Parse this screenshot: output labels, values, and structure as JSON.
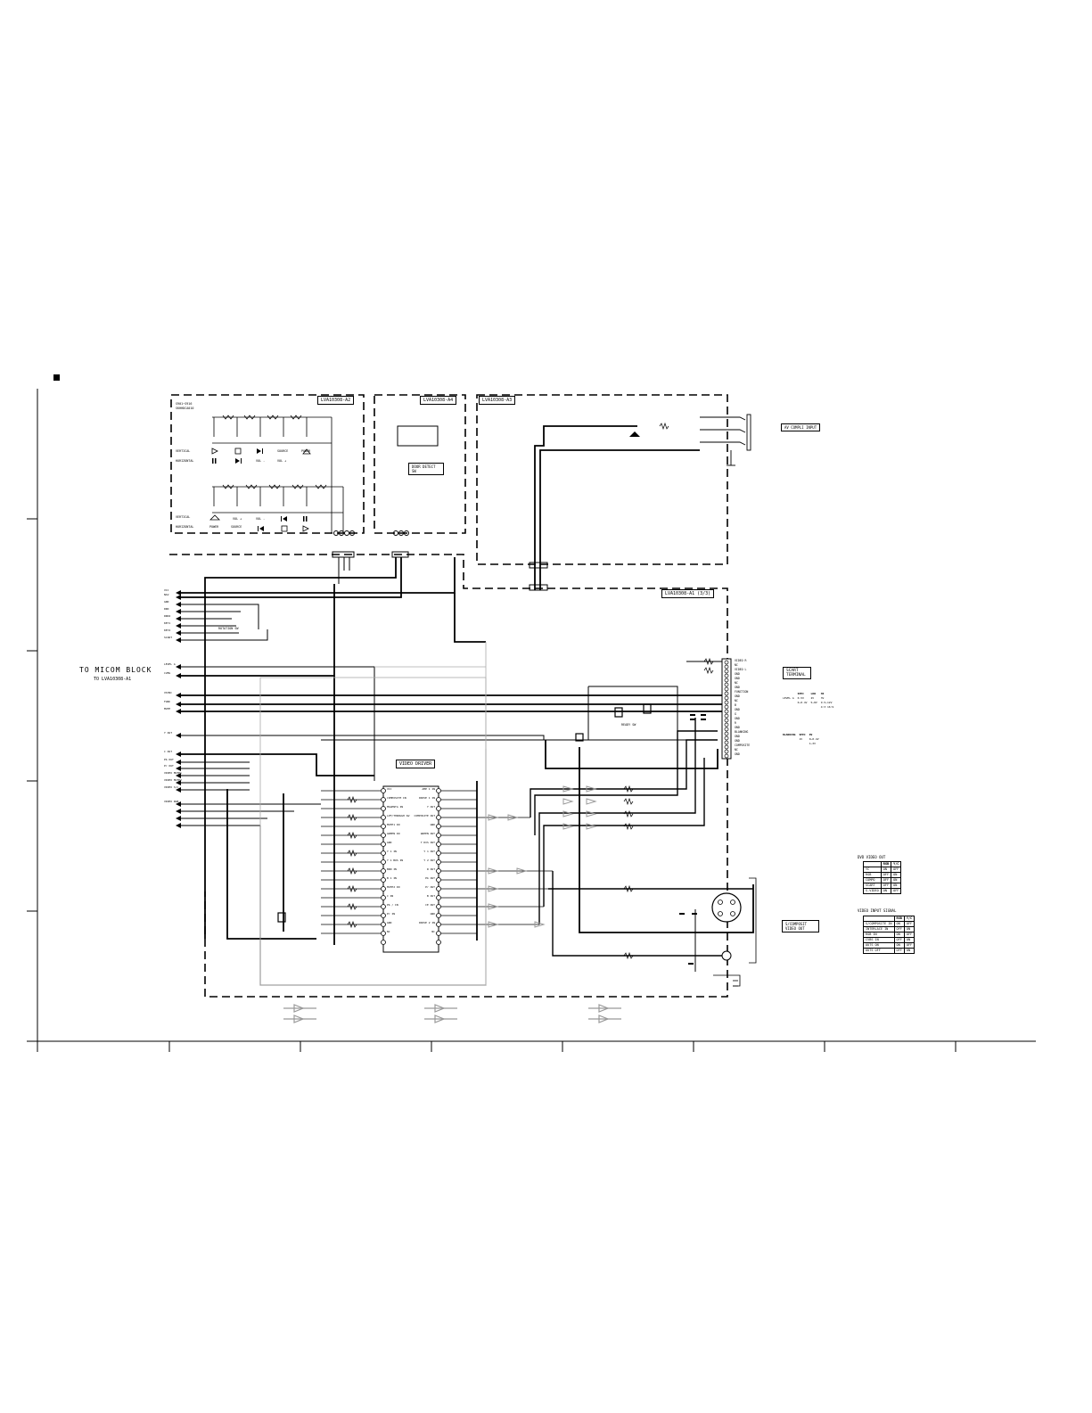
{
  "board_labels": {
    "a2": "LVA10308-A2",
    "a4": "LVA10308-A4",
    "a3": "LVA10308-A3",
    "a1": "LVA10308-A1 (3/3)"
  },
  "micom": {
    "title": "TO MICOM BLOCK",
    "sub": "TO LVA10308-A1"
  },
  "key_panel": {
    "header_line1": "S901~S916",
    "header_line2": "SKHHDCA010",
    "upper": {
      "vertical_label": "VERTICAL",
      "horizontal_label": "HORIZONTAL",
      "horizontal_items": [
        "VOL -",
        "VOL +"
      ],
      "vertical_items": [
        "SOURCE",
        "POWER"
      ]
    },
    "lower": {
      "vertical_label": "VERTICAL",
      "horizontal_label": "HORIZONTAL",
      "vertical_items": [
        "VOL +",
        "VOL -"
      ],
      "horizontal_items": [
        "POWER",
        "SOURCE"
      ]
    }
  },
  "door_switch": "DOOR DETECT SW",
  "av_input": "AV COMPLI INPUT",
  "scart": {
    "title": "SCART TERMINAL",
    "pins": [
      "VIDEO R",
      "NC",
      "VIDEO L",
      "GND",
      "GND",
      "NC",
      "GND",
      "FUNCTION",
      "GND",
      "NC",
      "B",
      "GND",
      "G",
      "GND",
      "R",
      "GND",
      "BLANKING",
      "GND",
      "GND",
      "COMPOSITE",
      "NC",
      "GND"
    ],
    "level_table": {
      "header": [
        "",
        "SPEC",
        "LOW",
        "HI"
      ],
      "rows": [
        [
          "LEVEL A",
          "0.5V",
          "2V",
          "3V"
        ],
        [
          "",
          "0~0.4V",
          "5~8V",
          "9.5~12V"
        ],
        [
          "",
          "",
          "",
          "4:3 16:9"
        ]
      ]
    },
    "blanking_table": {
      "header": [
        "BLANKING",
        "SPEC",
        "0V"
      ],
      "rows": [
        [
          "",
          "1V",
          "0~0.4V"
        ],
        [
          "",
          "",
          "1~3V"
        ]
      ]
    }
  },
  "ic": {
    "title": "VIDEO DRIVER",
    "left_pins": [
      "VCC",
      "COMPOSITE IN",
      "MAGENTA IN",
      "LPF/THROUGH SW",
      "MUTE1 IN",
      "GREEN IN",
      "GND",
      "Y 1 IN",
      "Y 1 BUS IN",
      "BRN IN",
      "B 1 IN",
      "MUTE2 IN",
      "C IN",
      "Pb / IN",
      "Pr IN",
      "GND",
      "NC"
    ],
    "right_pins": [
      "AMP 1 IN",
      "DRIVE 1 IN",
      "Y OUT",
      "COMPOSITE OUT",
      "GND",
      "GREEN OUT",
      "Y DIS OUT",
      "Y 1 OUT",
      "Y 2 OUT",
      "R OUT",
      "Pb OUT",
      "Pr OUT",
      "B OUT",
      "CE OUT",
      "GND",
      "DRIVE 2 IN",
      "NC"
    ]
  },
  "micom_signals": [
    "VCC",
    "NAV",
    "GND",
    "DRD",
    "DRD2",
    "KEY1",
    "KEY2",
    "SCART",
    "LEVEL A",
    "CVBS",
    "VSYNC",
    "FUNC",
    "MUTE",
    "Y OUT",
    "C OUT",
    "Pb OUT",
    "Pr OUT",
    "VIDEO MUTE1",
    "VIDEO MUTE2",
    "VIDEO S/C",
    "VIDEO RGB"
  ],
  "switches": {
    "rotation": "ROTATION SW",
    "readys": "READY SW",
    "s_out": "S/COMPOSIT VIDEO OUT"
  },
  "dvd_table": {
    "title": "DVD VIDEO OUT",
    "header": [
      "",
      "RGB",
      "Y/C"
    ],
    "rows": [
      [
        "YC",
        "ON",
        "OFF"
      ],
      [
        "RGB",
        "OFF",
        "ON"
      ],
      [
        "COMPO",
        "OFF",
        "ON"
      ],
      [
        "SCART",
        "OFF",
        "ON"
      ],
      [
        "S-VIDEO",
        "ON",
        "OFF"
      ]
    ]
  },
  "input_table": {
    "title": "VIDEO INPUT SIGNAL",
    "header": [
      "",
      "RGB",
      "Y/C"
    ],
    "rows": [
      [
        "S/COMPOSITE IN",
        "ON",
        "OFF"
      ],
      [
        "INTERLACE IN",
        "OFF",
        "ON"
      ],
      [
        "RGB IN",
        "ON",
        "OFF"
      ],
      [
        "CVBS IN",
        "OFF",
        "ON"
      ],
      [
        "OUTS ON",
        "ON",
        "OFF"
      ],
      [
        "OUTS OFF",
        "OFF",
        "ON"
      ]
    ]
  },
  "bottom_legend": [
    "",
    "",
    ""
  ]
}
